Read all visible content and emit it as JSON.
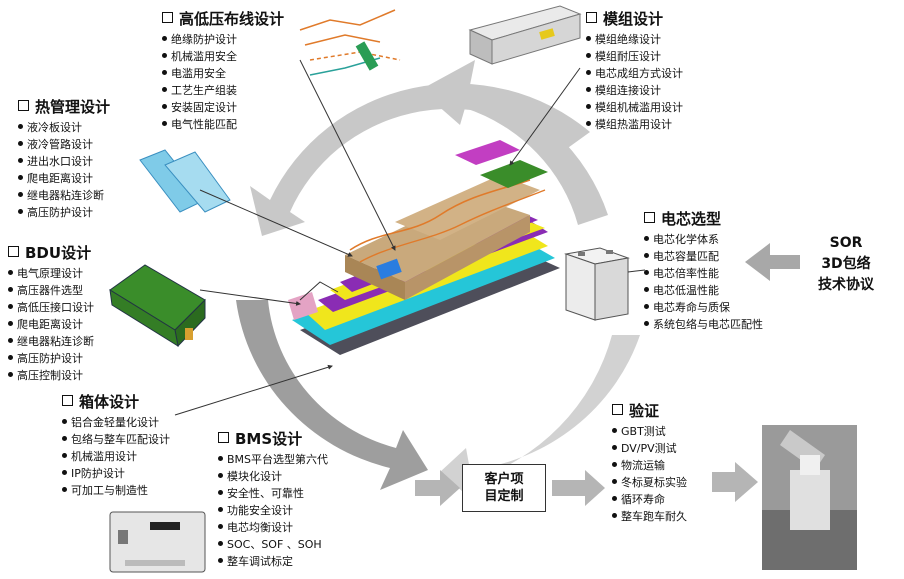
{
  "sections": {
    "hv_wiring": {
      "title": "高低压布线设计",
      "items": [
        "绝缘防护设计",
        "机械滥用安全",
        "电滥用安全",
        "工艺生产组装",
        "安装固定设计",
        "电气性能匹配"
      ]
    },
    "module": {
      "title": "模组设计",
      "items": [
        "模组绝缘设计",
        "模组耐压设计",
        "电芯成组方式设计",
        "模组连接设计",
        "模组机械滥用设计",
        "模组热滥用设计"
      ]
    },
    "thermal": {
      "title": "热管理设计",
      "items": [
        "液冷板设计",
        "液冷管路设计",
        "进出水口设计",
        "爬电距离设计",
        "继电器粘连诊断",
        "高压防护设计"
      ]
    },
    "cell": {
      "title": "电芯选型",
      "items": [
        "电芯化学体系",
        "电芯容量匹配",
        "电芯倍率性能",
        "电芯低温性能",
        "电芯寿命与质保",
        "系统包络与电芯匹配性"
      ]
    },
    "bdu": {
      "title": "BDU设计",
      "items": [
        "电气原理设计",
        "高压器件选型",
        "高低压接口设计",
        "爬电距离设计",
        "继电器粘连诊断",
        "高压防护设计",
        "高压控制设计"
      ]
    },
    "enclosure": {
      "title": "箱体设计",
      "items": [
        "铝合金轻量化设计",
        "包络与整车匹配设计",
        "机械滥用设计",
        "IP防护设计",
        "可加工与制造性"
      ]
    },
    "bms": {
      "title": "BMS设计",
      "items": [
        "BMS平台选型第六代",
        "模块化设计",
        "安全性、可靠性",
        "功能安全设计",
        "电芯均衡设计",
        "SOC、SOF 、SOH",
        "整车调试标定"
      ]
    },
    "validation": {
      "title": "验证",
      "items": [
        "GBT测试",
        "DV/PV测试",
        "物流运输",
        "冬标夏标实验",
        "循环寿命",
        "整车跑车耐久"
      ]
    }
  },
  "sor": {
    "line1": "SOR",
    "line2": "3D包络",
    "line3": "技术协议"
  },
  "customer": {
    "line1": "客户项",
    "line2": "目定制"
  },
  "colors": {
    "arrow": "#bdbdbd",
    "arrow_dark": "#9e9e9e",
    "cell_tray": "#e8e8e8",
    "module_top": "#caa87a",
    "frame_purple": "#7a2ea8",
    "frame_yellow": "#ece21a",
    "bdu_green": "#3a8d2a",
    "wire_orange": "#e07a2a"
  }
}
